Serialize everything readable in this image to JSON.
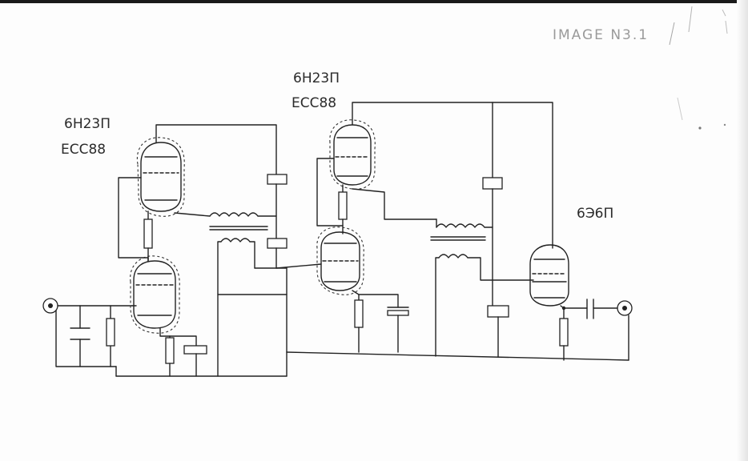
{
  "title": "IMAGE N3.1",
  "labels": {
    "stage1_tube_ru": "6Н23П",
    "stage1_tube_eu": "ECC88",
    "stage2_tube_ru": "6Н23П",
    "stage2_tube_eu": "ECC88",
    "output_tube": "6Э6П"
  }
}
